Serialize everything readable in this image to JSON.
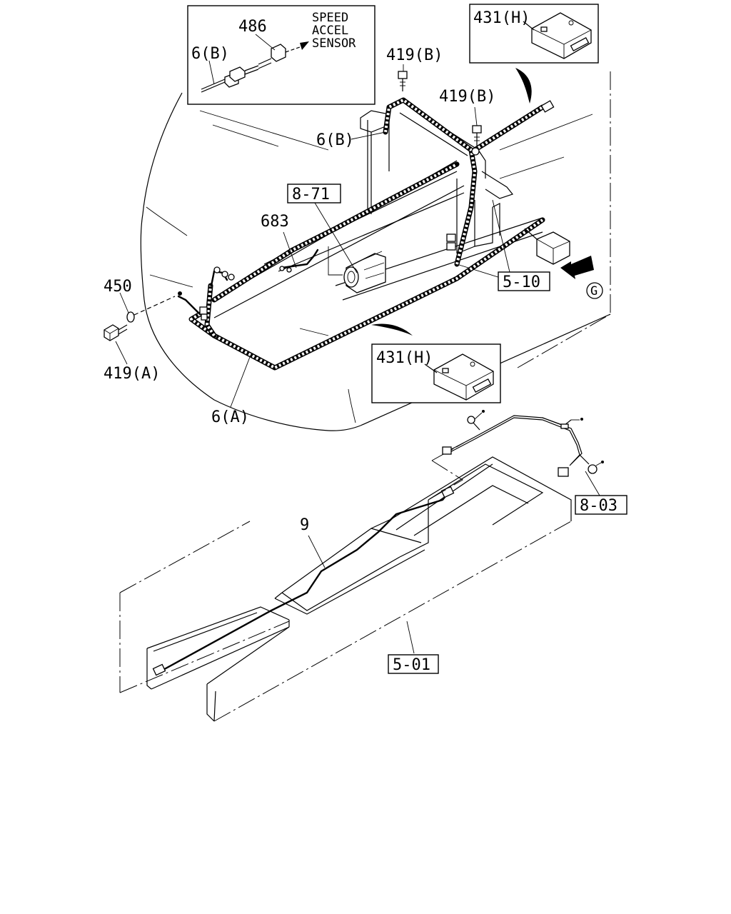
{
  "labels": {
    "p486": "486",
    "p6b_inset": "6(B)",
    "sensor_line1": "SPEED",
    "sensor_line2": "ACCEL",
    "sensor_line3": "SENSOR",
    "p419b_top": "419(B)",
    "p419b_mid": "419(B)",
    "p431h_top": "431(H)",
    "p6b": "6(B)",
    "p871": "8-71",
    "p683": "683",
    "p450": "450",
    "p419a": "419(A)",
    "p510": "5-10",
    "pG": "G",
    "p431h_bottom": "431(H)",
    "p6a": "6(A)",
    "p803": "8-03",
    "p9": "9",
    "p501": "5-01"
  }
}
